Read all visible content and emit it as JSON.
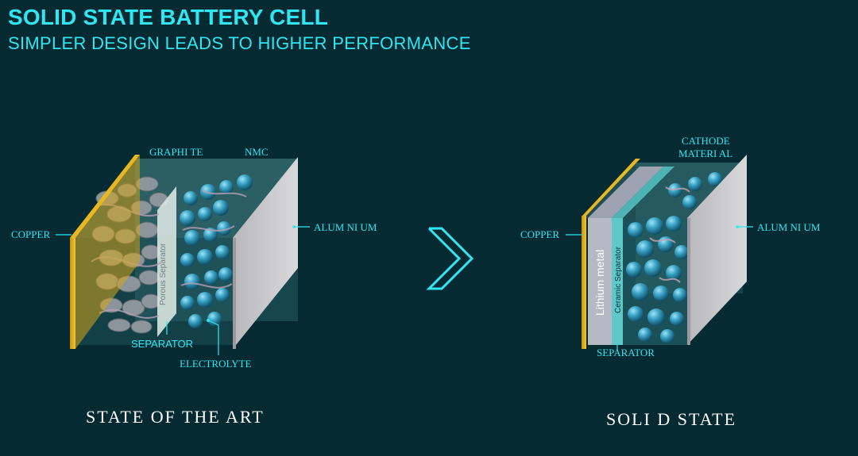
{
  "header": {
    "title": "SOLID STATE BATTERY CELL",
    "subtitle": "SIMPLER DESIGN LEADS TO HIGHER PERFORMANCE"
  },
  "left_cell": {
    "graphite_label": "GRAPHI TE",
    "nmc_label": "NMC",
    "copper_label": "COPPER",
    "aluminium_label": "ALUM NI UM",
    "porous_separator_label": "Porous Separator",
    "separator_label": "SEPARATOR",
    "electrolyte_label": "ELECTROLYTE",
    "caption": "STATE  OF  THE  ART"
  },
  "right_cell": {
    "cathode_label_line1": "CATHODE",
    "cathode_label_line2": "MATERI AL",
    "copper_label": "COPPER",
    "aluminium_label": "ALUM NI UM",
    "lithium_metal_label": "Lithium metal",
    "ceramic_separator_label": "Ceramic Separator",
    "separator_label": "SEPARATOR",
    "caption": "SOLI D  STATE"
  },
  "colors": {
    "background": "#062a32",
    "accent": "#2fe6f2",
    "copper": "#e8b820",
    "aluminium": "#c9c9cc",
    "particle": "#3aa3c6"
  }
}
